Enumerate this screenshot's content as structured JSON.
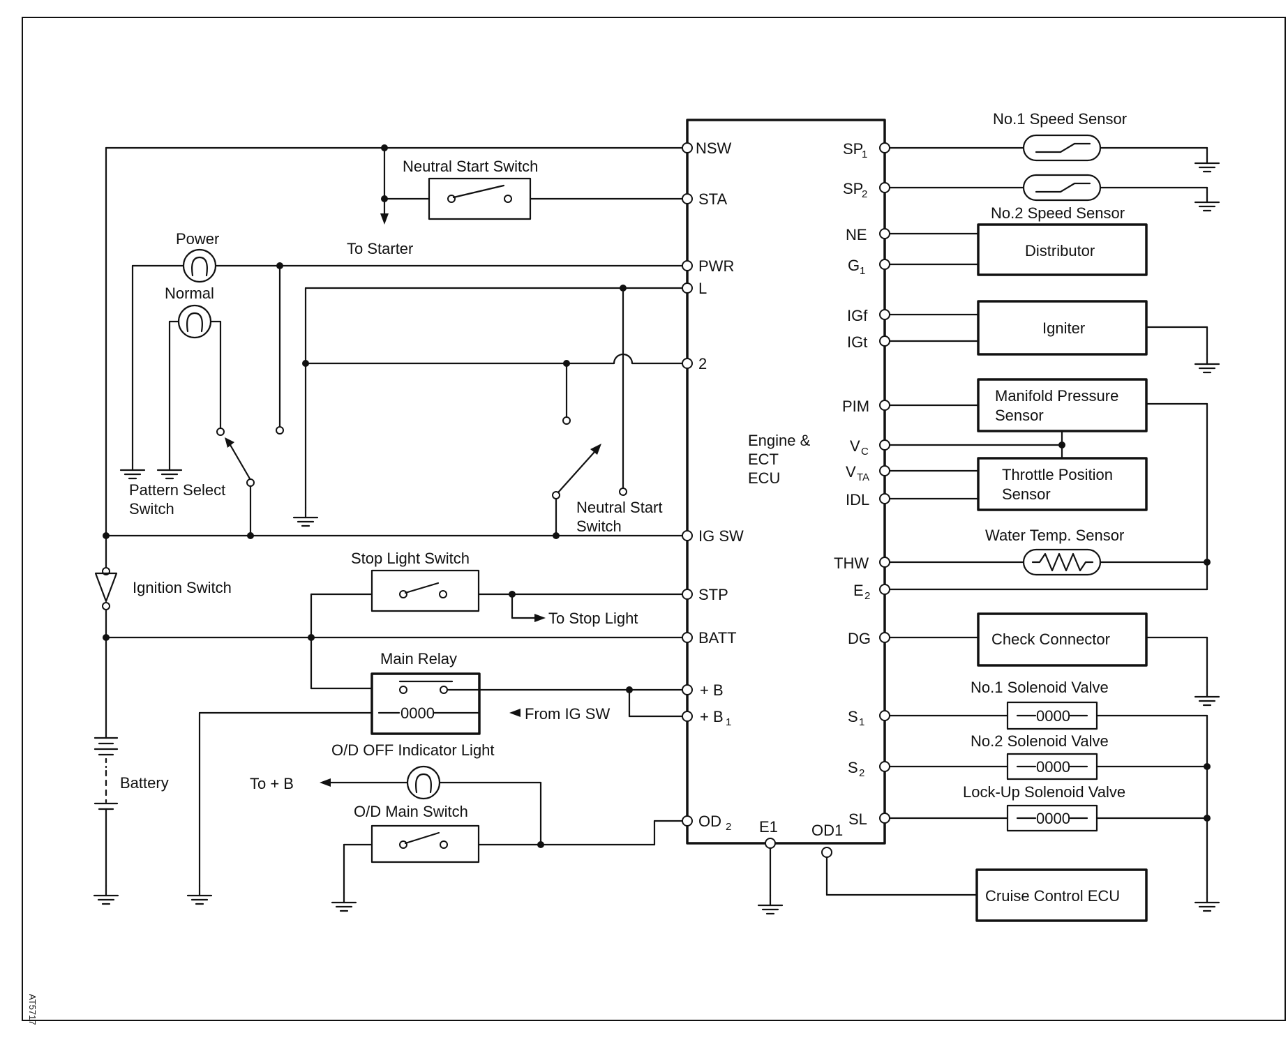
{
  "labels": {
    "no1_speed_sensor": "No.1 Speed Sensor",
    "no2_speed_sensor": "No.2 Speed Sensor",
    "neutral_start_switch_top": "Neutral Start Switch",
    "to_starter": "To Starter",
    "power": "Power",
    "normal": "Normal",
    "pattern_select_switch_l1": "Pattern Select",
    "pattern_select_switch_l2": "Switch",
    "neutral_start_switch_l1": "Neutral Start",
    "neutral_start_switch_l2": "Switch",
    "ignition_switch": "Ignition Switch",
    "stop_light_switch": "Stop Light Switch",
    "to_stop_light": "To Stop Light",
    "main_relay": "Main Relay",
    "from_ig_sw": "From IG SW",
    "od_off_indicator_light": "O/D OFF Indicator Light",
    "to_plus_b": "To + B",
    "od_main_switch": "O/D Main Switch",
    "battery": "Battery",
    "ecu_l1": "Engine &",
    "ecu_l2": "ECT",
    "ecu_l3": "ECU",
    "distributor": "Distributor",
    "igniter": "Igniter",
    "manifold_pressure_l1": "Manifold Pressure",
    "manifold_pressure_l2": "Sensor",
    "throttle_position_l1": "Throttle Position",
    "throttle_position_l2": "Sensor",
    "water_temp_sensor": "Water Temp. Sensor",
    "check_connector": "Check Connector",
    "no1_solenoid_valve": "No.1 Solenoid Valve",
    "no2_solenoid_valve": "No.2 Solenoid Valve",
    "lockup_solenoid_valve": "Lock-Up Solenoid Valve",
    "cruise_control_ecu": "Cruise Control ECU",
    "figure_code": "AT5717"
  },
  "ecu_left_pins": {
    "nsw": "NSW",
    "sta": "STA",
    "pwr": "PWR",
    "l": "L",
    "two": "2",
    "ig_sw": "IG SW",
    "stp": "STP",
    "batt": "BATT",
    "plus_b": "+ B",
    "plus_b1_main": "+ B",
    "plus_b1_sub": "1",
    "od2_main": "OD",
    "od2_sub": "2"
  },
  "ecu_bottom_pins": {
    "e1": "E1",
    "od1": "OD1"
  },
  "ecu_right_pins": {
    "sp1_main": "SP",
    "sp1_sub": "1",
    "sp2_main": "SP",
    "sp2_sub": "2",
    "ne": "NE",
    "g1_main": "G",
    "g1_sub": "1",
    "igf": "IGf",
    "igt": "IGt",
    "pim": "PIM",
    "vc_main": "V",
    "vc_sub": "C",
    "vta_main": "V",
    "vta_sub": "TA",
    "idl": "IDL",
    "thw": "THW",
    "e2_main": "E",
    "e2_sub": "2",
    "dg": "DG",
    "s1_main": "S",
    "s1_sub": "1",
    "s2_main": "S",
    "s2_sub": "2",
    "sl": "SL"
  },
  "relay_coil_text": "0000"
}
